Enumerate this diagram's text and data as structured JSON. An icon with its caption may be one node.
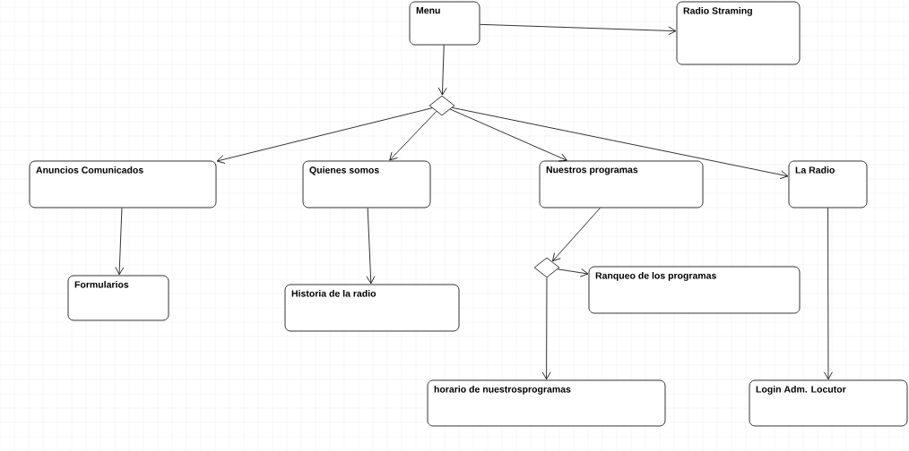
{
  "diagram": {
    "nodes": [
      {
        "text": [
          "Menu"
        ]
      },
      {
        "text": [
          "Radio Straming"
        ]
      },
      {
        "text": [],
        "shape": "diamond"
      },
      {
        "text": [
          "Anuncios Comunicados"
        ]
      },
      {
        "text": [
          "Quienes somos"
        ]
      },
      {
        "text": [
          "Nuestros programas"
        ]
      },
      {
        "text": [
          "La Radio"
        ]
      },
      {
        "text": [
          "Formularios"
        ]
      },
      {
        "text": [
          "Historia de la radio"
        ]
      },
      {
        "text": [],
        "shape": "diamond"
      },
      {
        "text": [
          "Ranqueo de los programas"
        ]
      },
      {
        "text": [
          "horario de nuestrosprogramas"
        ]
      },
      {
        "text": [
          "Login Adm. Locutor"
        ]
      }
    ],
    "edges": [
      {
        "from": 0,
        "to": 1,
        "arrow": "to"
      },
      {
        "from": 0,
        "to": 2,
        "arrow": "to"
      },
      {
        "from": 2,
        "to": 3,
        "arrow": "to"
      },
      {
        "from": 2,
        "to": 4,
        "arrow": "to"
      },
      {
        "from": 2,
        "to": 5,
        "arrow": "to"
      },
      {
        "from": 2,
        "to": 6,
        "arrow": "to"
      },
      {
        "from": 3,
        "to": 7,
        "arrow": "to"
      },
      {
        "from": 4,
        "to": 8,
        "arrow": "to"
      },
      {
        "from": 5,
        "to": 9,
        "arrow": "to"
      },
      {
        "from": 9,
        "to": 10,
        "arrow": "to"
      },
      {
        "from": 9,
        "to": 11,
        "arrow": "to"
      },
      {
        "from": 6,
        "to": 12,
        "arrow": "to"
      }
    ]
  }
}
